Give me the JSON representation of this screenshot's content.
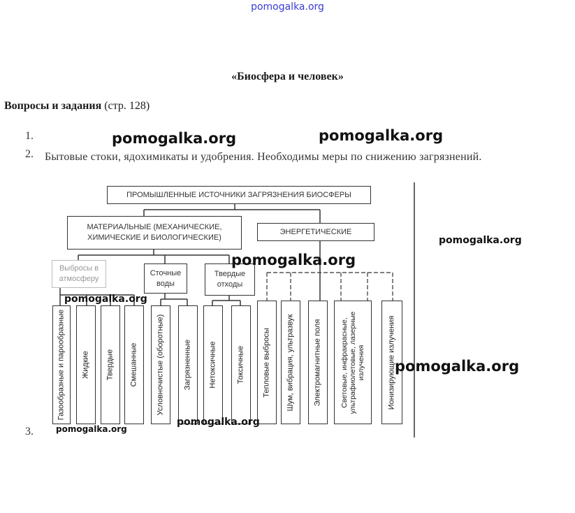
{
  "header": {
    "site": "pomogalka.org"
  },
  "doc": {
    "title": "«Биосфера и человек»",
    "section_bold": "Вопросы и задания",
    "section_rest": " (стр. 128)",
    "q1_num": "1.",
    "q2_num": "2.",
    "q2_text": "Бытовые стоки, ядохимикаты и удобрения. Необходимы меры по снижению загрязнений.",
    "q3_num": "3."
  },
  "watermark": "pomogalka.org",
  "diagram": {
    "root": "ПРОМЫШЛЕННЫЕ ИСТОЧНИКИ ЗАГРЯЗНЕНИЯ БИОСФЕРЫ",
    "material": "МАТЕРИАЛЬНЫЕ (МЕХАНИЧЕСКИЕ, ХИМИЧЕСКИЕ И БИОЛОГИЧЕСКИЕ)",
    "energy": "ЭНЕРГЕТИЧЕСКИЕ",
    "groups": [
      "Выбросы в атмосферу",
      "Сточные воды",
      "Твердые отходы"
    ],
    "leaves": [
      "Газообразные и парообразные",
      "Жидкие",
      "Твердые",
      "Смешанные",
      "Условночистые (оборотные)",
      "Загрязненные",
      "Нетоксичные",
      "Токсичные",
      "Тепловые выбросы",
      "Шум, вибрация, ультразвук",
      "Электромагнитные поля",
      "Световые, инфракрасные, ультрафиолетовые, лазерные излучения",
      "Ионизирующие излучения"
    ]
  }
}
